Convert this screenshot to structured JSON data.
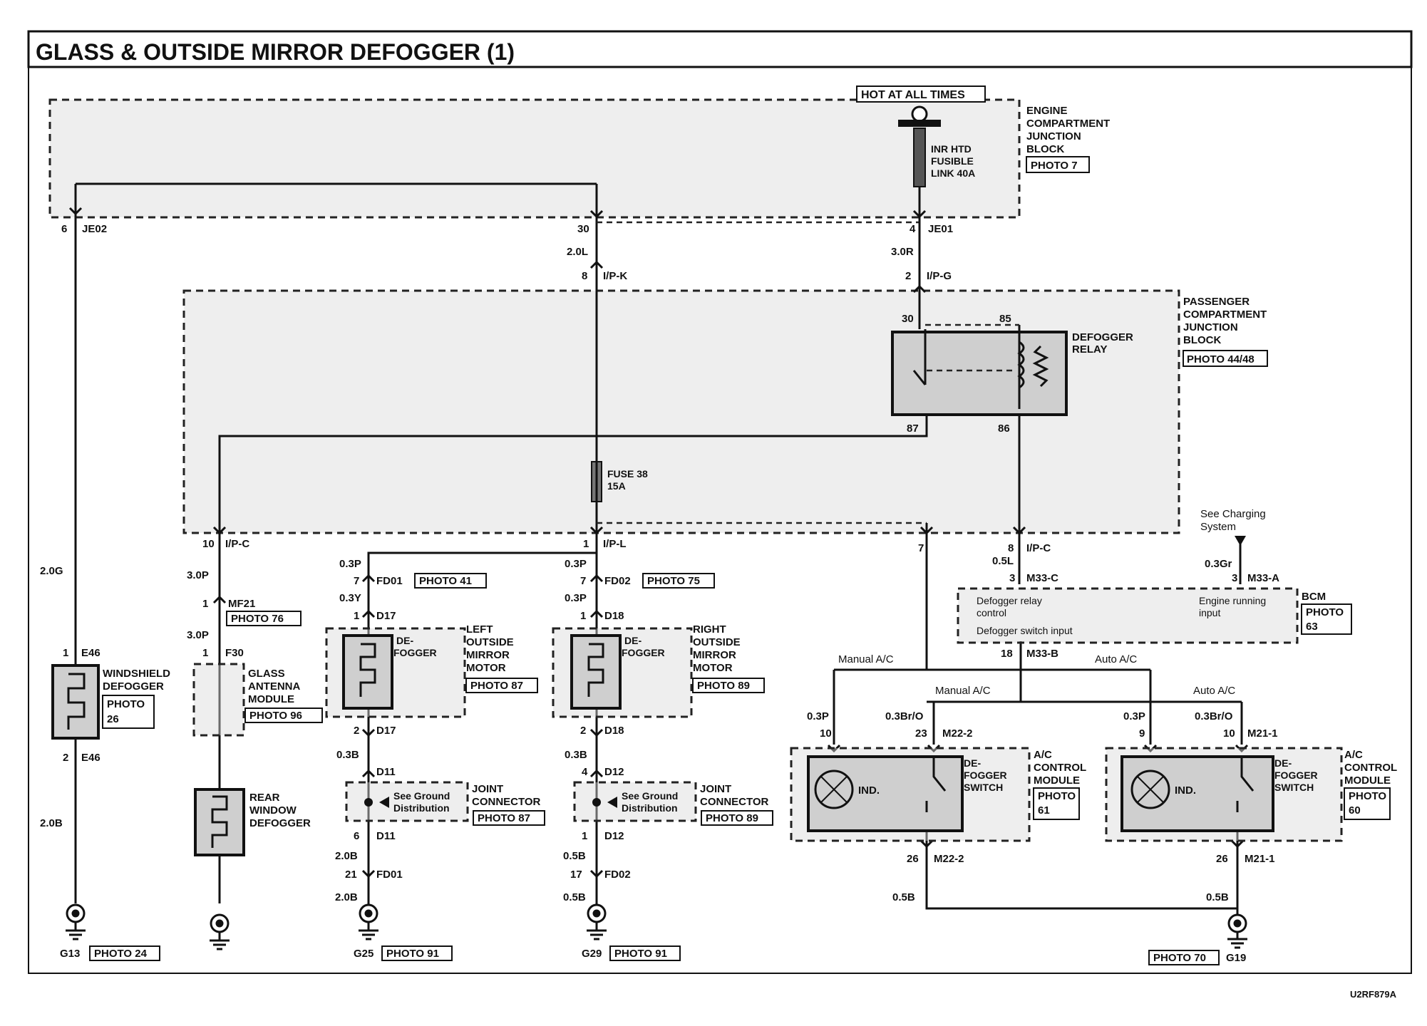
{
  "title": "GLASS & OUTSIDE MIRROR DEFOGGER (1)",
  "diagram_id": "U2RF879A",
  "hot_label": "HOT AT ALL TIMES",
  "engine_block": {
    "name": [
      "ENGINE",
      "COMPARTMENT",
      "JUNCTION",
      "BLOCK"
    ],
    "photo": "PHOTO 7",
    "fuse": [
      "INR HTD",
      "FUSIBLE",
      "LINK 40A"
    ]
  },
  "passenger_block": {
    "name": [
      "PASSENGER",
      "COMPARTMENT",
      "JUNCTION",
      "BLOCK"
    ],
    "photo": "PHOTO 44/48",
    "relay": [
      "DEFOGGER",
      "RELAY"
    ],
    "relay_pins": [
      "30",
      "85",
      "87",
      "86"
    ],
    "fuse": [
      "FUSE 38",
      "15A"
    ]
  },
  "connectors": {
    "je02": {
      "pin": "6",
      "name": "JE02"
    },
    "je_mid": {
      "pin": "30"
    },
    "je01": {
      "pin": "4",
      "name": "JE01"
    },
    "ipk": {
      "pin": "8",
      "name": "I/P-K",
      "wire": "2.0L"
    },
    "ipg": {
      "pin": "2",
      "name": "I/P-G",
      "wire": "3.0R"
    },
    "ipc_left": {
      "pin": "10",
      "name": "I/P-C"
    },
    "ipl": {
      "pin": "1",
      "name": "I/P-L"
    },
    "pin7": {
      "pin": "7"
    },
    "ipc_right": {
      "pin": "8",
      "name": "I/P-C",
      "wire": "0.5L"
    }
  },
  "windshield": {
    "wire_top": "2.0G",
    "pin_top": "1",
    "conn_top": "E46",
    "name": [
      "WINDSHIELD",
      "DEFOGGER"
    ],
    "photo": [
      "PHOTO",
      "26"
    ],
    "pin_bot": "2",
    "conn_bot": "E46",
    "wire_bot": "2.0B",
    "ground": "G13",
    "ground_photo": "PHOTO 24"
  },
  "rear": {
    "wire1": "3.0P",
    "pin_mf": "1",
    "conn_mf": "MF21",
    "photo_mf": "PHOTO 76",
    "wire2": "3.0P",
    "pin_f": "1",
    "conn_f": "F30",
    "antenna": [
      "GLASS",
      "ANTENNA",
      "MODULE"
    ],
    "antenna_photo": "PHOTO 96",
    "window": [
      "REAR",
      "WINDOW",
      "DEFOGGER"
    ]
  },
  "left_mirror": {
    "wire_top": "0.3P",
    "pin_fd": "7",
    "conn_fd": "FD01",
    "photo_fd": "PHOTO 41",
    "wire_y": "0.3Y",
    "pin_d1": "1",
    "conn_d1": "D17",
    "motor_label": [
      "DE-",
      "FOGGER"
    ],
    "name": [
      "LEFT",
      "OUTSIDE",
      "MIRROR",
      "MOTOR"
    ],
    "photo": "PHOTO 87",
    "pin_d2": "2",
    "conn_d2": "D17",
    "wire_b": "0.3B",
    "conn_d11": "D11",
    "ground_note": [
      "See Ground",
      "Distribution"
    ],
    "joint": [
      "JOINT",
      "CONNECTOR"
    ],
    "joint_photo": "PHOTO 87",
    "pin_d11b": "6",
    "conn_d11b": "D11",
    "wire_b2": "2.0B",
    "pin_fd2": "21",
    "conn_fd2": "FD01",
    "wire_b3": "2.0B",
    "ground": "G25",
    "ground_photo": "PHOTO 91"
  },
  "right_mirror": {
    "wire_top": "0.3P",
    "pin_fd": "7",
    "conn_fd": "FD02",
    "photo_fd": "PHOTO 75",
    "wire_p": "0.3P",
    "pin_d1": "1",
    "conn_d1": "D18",
    "motor_label": [
      "DE-",
      "FOGGER"
    ],
    "name": [
      "RIGHT",
      "OUTSIDE",
      "MIRROR",
      "MOTOR"
    ],
    "photo": "PHOTO 89",
    "pin_d2": "2",
    "conn_d2": "D18",
    "wire_b": "0.3B",
    "pin_d12": "4",
    "conn_d12": "D12",
    "ground_note": [
      "See Ground",
      "Distribution"
    ],
    "joint": [
      "JOINT",
      "CONNECTOR"
    ],
    "joint_photo": "PHOTO 89",
    "pin_d12b": "1",
    "conn_d12b": "D12",
    "wire_b2": "0.5B",
    "pin_fd2": "17",
    "conn_fd2": "FD02",
    "wire_b3": "0.5B",
    "ground": "G29",
    "ground_photo": "PHOTO 91"
  },
  "bcm": {
    "charging": [
      "See Charging",
      "System"
    ],
    "wire_gr": "0.3Gr",
    "pin_a": "3",
    "conn_a": "M33-A",
    "pin_c": "3",
    "conn_c": "M33-C",
    "label": "BCM",
    "photo": [
      "PHOTO",
      "63"
    ],
    "relay_ctrl": [
      "Defogger relay",
      "control"
    ],
    "switch_in": "Defogger switch input",
    "engine_run": [
      "Engine running",
      "input"
    ],
    "pin_b": "18",
    "conn_b": "M33-B"
  },
  "ac_labels": {
    "manual_1": "Manual A/C",
    "auto_1": "Auto A/C",
    "manual_2": "Manual A/C",
    "auto_2": "Auto A/C"
  },
  "ac_manual": {
    "wire_p": "0.3P",
    "pin_p": "10",
    "wire_br": "0.3Br/O",
    "pin_br": "23",
    "conn": "M22-2",
    "ind": "IND.",
    "switch": [
      "DE-",
      "FOGGER",
      "SWITCH"
    ],
    "name": [
      "A/C",
      "CONTROL",
      "MODULE"
    ],
    "photo": [
      "PHOTO",
      "61"
    ],
    "pin_gnd": "26",
    "conn_gnd": "M22-2",
    "wire_gnd": "0.5B"
  },
  "ac_auto": {
    "wire_p": "0.3P",
    "pin_p": "9",
    "wire_br": "0.3Br/O",
    "pin_br": "10",
    "conn": "M21-1",
    "ind": "IND.",
    "switch": [
      "DE-",
      "FOGGER",
      "SWITCH"
    ],
    "name": [
      "A/C",
      "CONTROL",
      "MODULE"
    ],
    "photo": [
      "PHOTO",
      "60"
    ],
    "pin_gnd": "26",
    "conn_gnd": "M21-1",
    "wire_gnd": "0.5B",
    "ground": "G19",
    "ground_photo": "PHOTO 70"
  }
}
